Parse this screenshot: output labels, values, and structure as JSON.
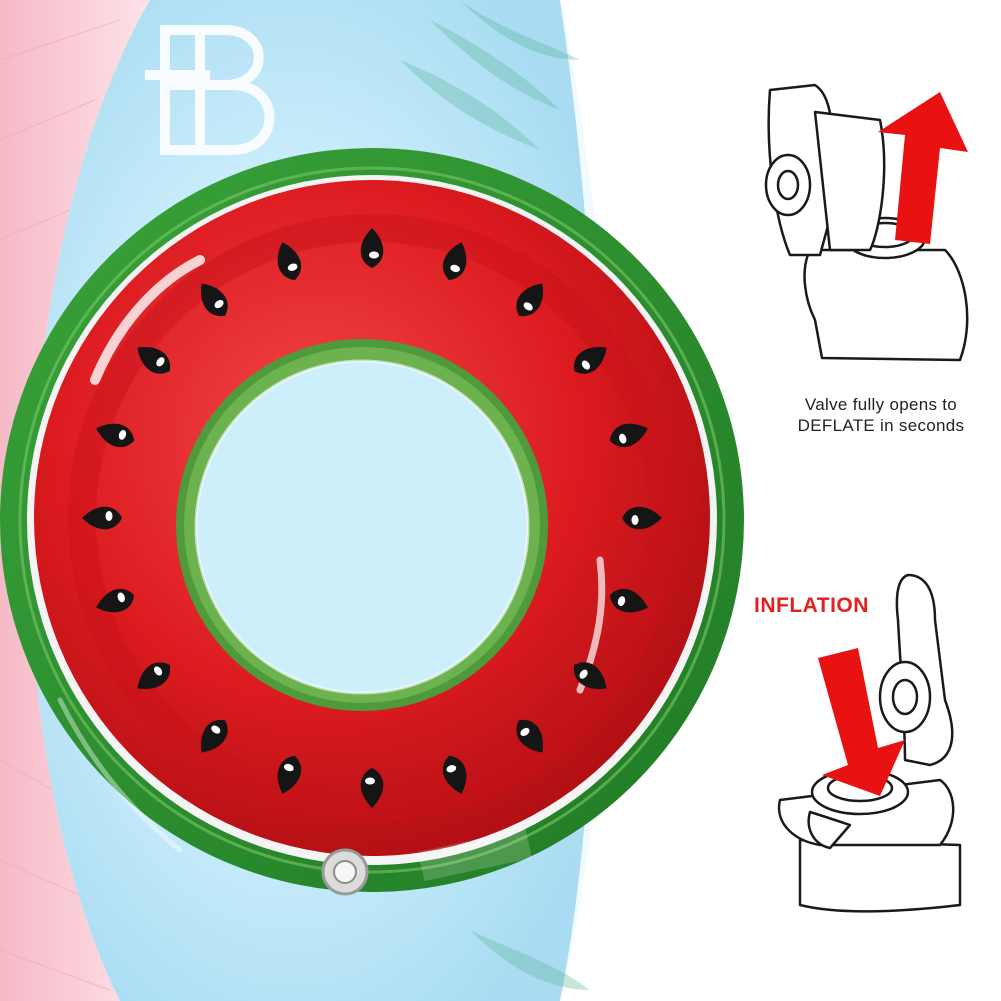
{
  "logo": {
    "text": "B"
  },
  "deflate_panel": {
    "caption_line1": "Valve fully opens to",
    "caption_line2_bold": "DEFLATE",
    "caption_line2_rest": " in seconds",
    "arrow_color": "#e81212",
    "arrow_icon": "arrow-up-right-icon"
  },
  "inflate_panel": {
    "label": "INFLATION",
    "label_color": "#e02222",
    "arrow_color": "#e81212",
    "arrow_icon": "arrow-down-left-icon"
  },
  "float": {
    "colors": {
      "flesh": "#dc1b1f",
      "flesh_light": "#f2474a",
      "rind_inner": "#4f9a3b",
      "rind_outer": "#2f8c2c",
      "seed": "#151515",
      "background_water": "#cfeefb"
    }
  }
}
